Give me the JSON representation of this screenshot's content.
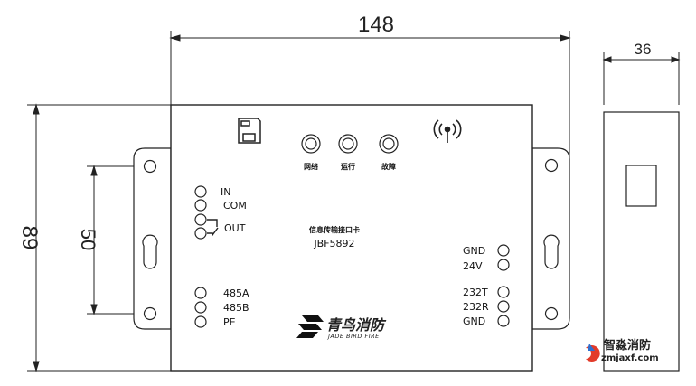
{
  "dimensions": {
    "width_top": "148",
    "depth_side": "36",
    "height_left": "89",
    "hole_spacing": "50"
  },
  "indicators": {
    "network": "网络",
    "run": "运行",
    "fault": "故障"
  },
  "device": {
    "name_cn": "信息传输接口卡",
    "model": "JBF5892"
  },
  "terminals_left_top": {
    "in": "IN",
    "com": "COM",
    "out": "OUT"
  },
  "terminals_left_bottom": {
    "a": "485A",
    "b": "485B",
    "pe": "PE"
  },
  "terminals_right_top": {
    "gnd": "GND",
    "v24": "24V"
  },
  "terminals_right_bottom": {
    "t": "232T",
    "r": "232R",
    "gnd": "GND"
  },
  "brand": {
    "cn": "青鸟消防",
    "en": "JADE BIRD FIRE"
  },
  "watermark": {
    "cn": "智淼消防",
    "url": "zmjaxf.com"
  }
}
